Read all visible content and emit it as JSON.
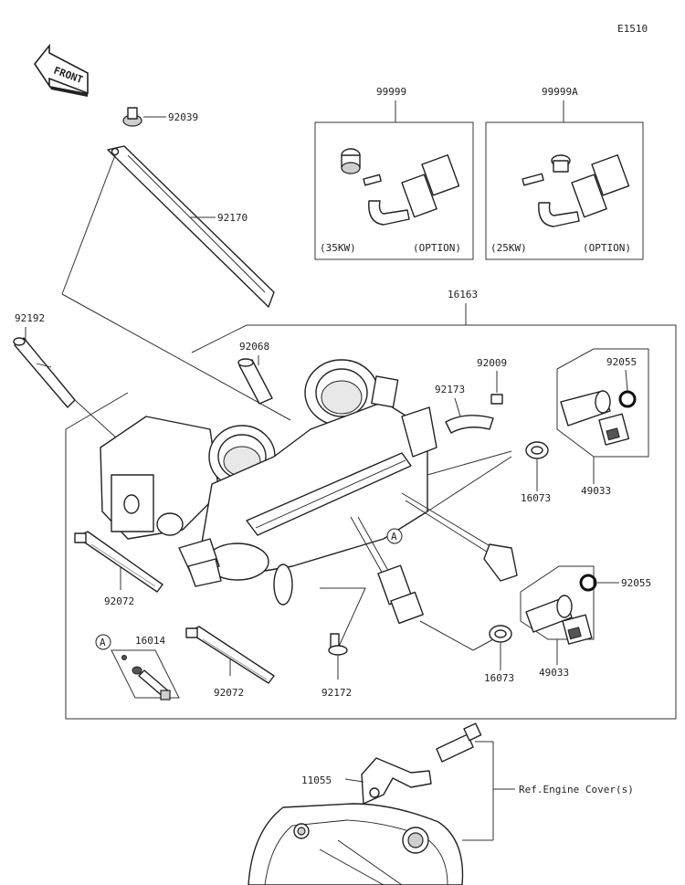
{
  "diagram_code": "E1510",
  "front_label": "FRONT",
  "callouts": {
    "c92039": "92039",
    "c92170": "92170",
    "c92192": "92192",
    "c92068": "92068",
    "c99999": "99999",
    "c99999A": "99999A",
    "c16163": "16163",
    "c92009": "92009",
    "c92173": "92173",
    "c92055_top": "92055",
    "c16073_top": "16073",
    "c49033_top": "49033",
    "c92072_left": "92072",
    "c16014": "16014",
    "c92072_bottom": "92072",
    "c92172": "92172",
    "c92055_bottom": "92055",
    "c16073_bottom": "16073",
    "c49033_bottom": "49033",
    "c11055": "11055"
  },
  "option_boxes": {
    "left_rating": "(35KW)",
    "left_note": "(OPTION)",
    "right_rating": "(25KW)",
    "right_note": "(OPTION)"
  },
  "ref_marker": "A",
  "ref_note": "Ref.Engine Cover(s)"
}
